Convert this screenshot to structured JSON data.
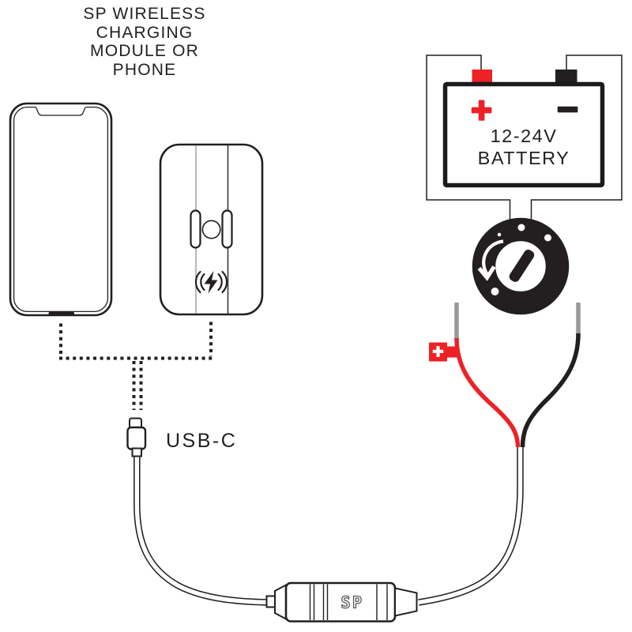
{
  "title_label": {
    "lines": [
      "SP WIRELESS",
      "CHARGING",
      "MODULE OR",
      "PHONE"
    ]
  },
  "usb_c_label": "USB-C",
  "battery": {
    "voltage_line": "12-24V",
    "name_line": "BATTERY",
    "positive_symbol": "+",
    "negative_symbol": "−"
  },
  "positive_lead_connector": {
    "symbol": "+"
  },
  "inline_module": {
    "logo": "SP"
  },
  "colors": {
    "accent_red": "#EC2227",
    "line_black": "#231F20",
    "wire_gray": "#97999C",
    "logo_gray": "#58595B"
  }
}
